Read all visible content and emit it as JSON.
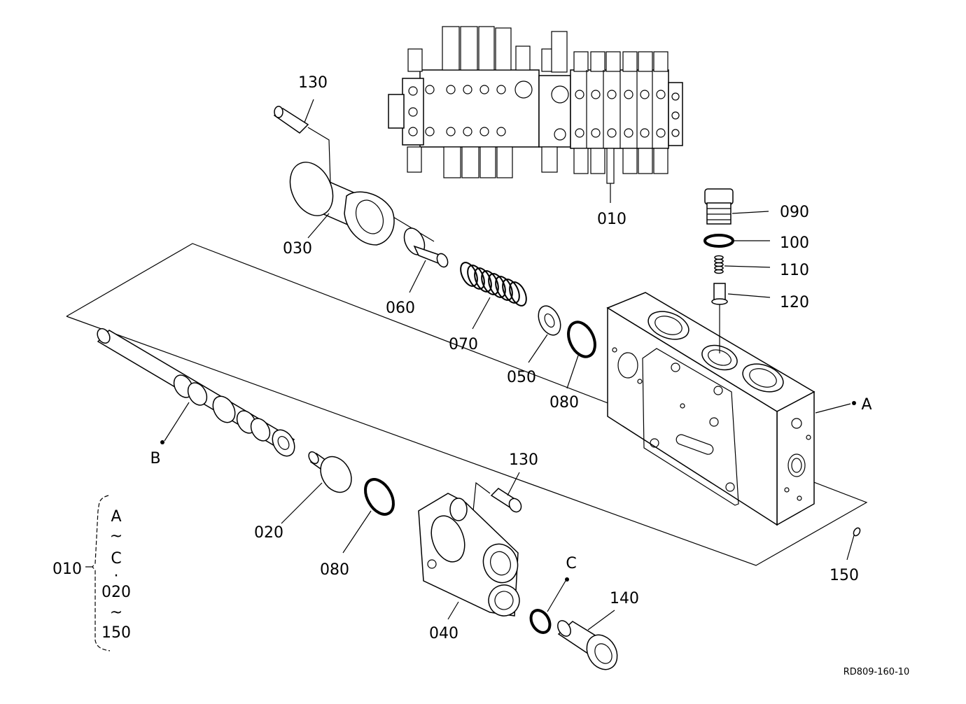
{
  "labels": {
    "p010_top": "010",
    "p090": "090",
    "p100": "100",
    "p110": "110",
    "p120": "120",
    "p130_top": "130",
    "p030": "030",
    "p060": "060",
    "p070": "070",
    "p050": "050",
    "p080_right": "080",
    "pA": "A",
    "pB": "B",
    "p020": "020",
    "p080_left": "080",
    "p130_bottom": "130",
    "pC": "C",
    "p040": "040",
    "p140": "140",
    "p150": "150"
  },
  "legend": {
    "part": "010",
    "line1": "A",
    "tilde1": "~",
    "line2": "C",
    "dot": "·",
    "line3": "020",
    "tilde2": "~",
    "line4": "150"
  },
  "reference": "RD809-160-10"
}
